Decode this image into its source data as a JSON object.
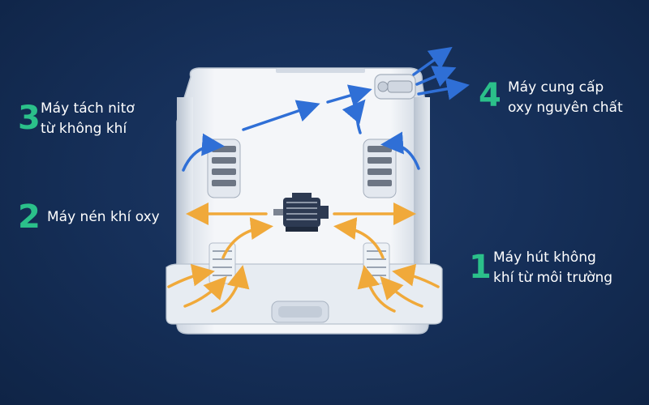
{
  "labels": [
    {
      "id": "step-3",
      "number": "3",
      "lines": [
        "Máy tách nitơ",
        "từ không khí"
      ],
      "color": "#2bc08a"
    },
    {
      "id": "step-2",
      "number": "2",
      "lines": [
        "Máy nén khí oxy"
      ],
      "color": "#2bc08a"
    },
    {
      "id": "step-4",
      "number": "4",
      "lines": [
        "Máy cung cấp",
        "oxy nguyên chất"
      ],
      "color": "#2bc08a"
    },
    {
      "id": "step-1",
      "number": "1",
      "lines": [
        "Máy hút không",
        "khí từ môi trường"
      ],
      "color": "#2bc08a"
    }
  ],
  "colors": {
    "intake_arrow": "#f0a93a",
    "oxygen_arrow": "#2f6fd6",
    "device_body": "#eef2f7",
    "number": "#2bc08a"
  }
}
